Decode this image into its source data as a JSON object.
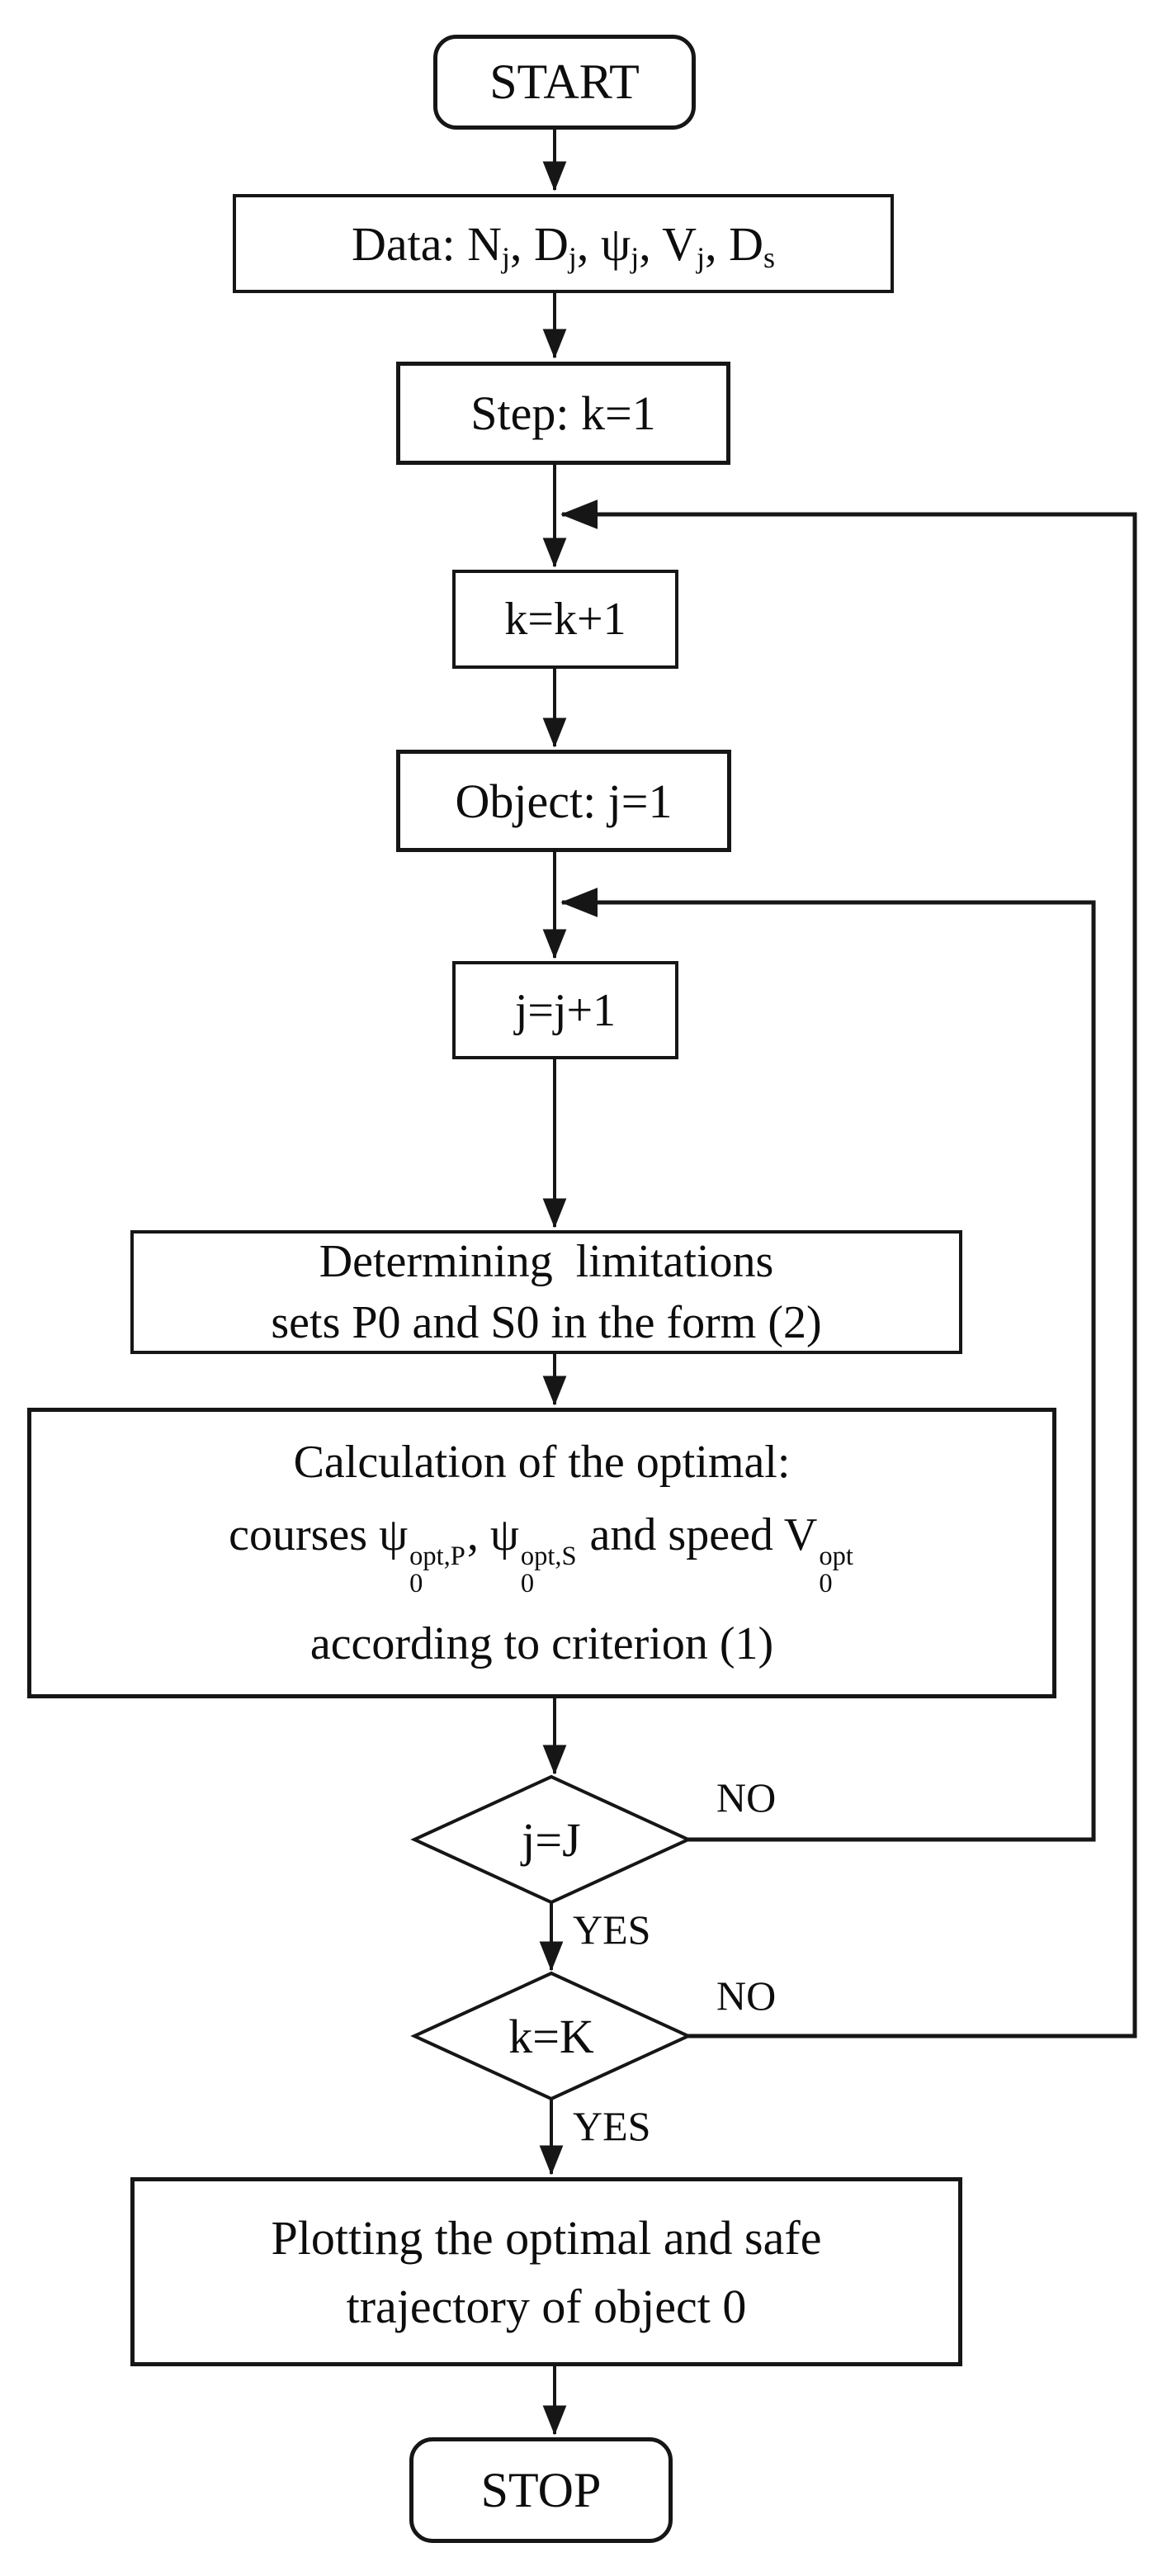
{
  "flowchart": {
    "colors": {
      "line": "#161616",
      "background": "#ffffff",
      "box_fill": "#ffffff",
      "text": "#0d0d0d"
    },
    "nodes": {
      "start": {
        "label": "START"
      },
      "data": {
        "segments": [
          {
            "text": "Data: N",
            "sub": "j"
          },
          {
            "text": ", D",
            "sub": "j"
          },
          {
            "text": ", ψ",
            "sub": "j"
          },
          {
            "text": ", V",
            "sub": "j"
          },
          {
            "text": ", D",
            "sub": "s"
          }
        ]
      },
      "step": {
        "label": "Step: k=1"
      },
      "k_increment": {
        "label": "k=k+1"
      },
      "object": {
        "label": "Object: j=1"
      },
      "j_increment": {
        "label": "j=j+1"
      },
      "determine": {
        "line1": "Determining  limitations",
        "line2": "sets P0 and S0 in the form (2)"
      },
      "calculation": {
        "line1": "Calculation of the optimal:",
        "courses": "courses ",
        "psi1": {
          "base": "ψ",
          "sub": "0",
          "sup": "opt,P"
        },
        "comma": ", ",
        "psi2": {
          "base": "ψ",
          "sub": "0",
          "sup": "opt,S"
        },
        "and_speed": " and speed ",
        "speed": {
          "base": "V",
          "sub": "0",
          "sup": "opt"
        },
        "line3": "according to criterion (1)"
      },
      "decision_j": {
        "label": "j=J"
      },
      "decision_k": {
        "label": "k=K"
      },
      "plotting": {
        "line1": "Plotting the optimal and safe",
        "line2": "trajectory of object 0"
      },
      "stop": {
        "label": "STOP"
      }
    },
    "edge_labels": {
      "j_no": "NO",
      "j_yes": "YES",
      "k_no": "NO",
      "k_yes": "YES"
    }
  }
}
